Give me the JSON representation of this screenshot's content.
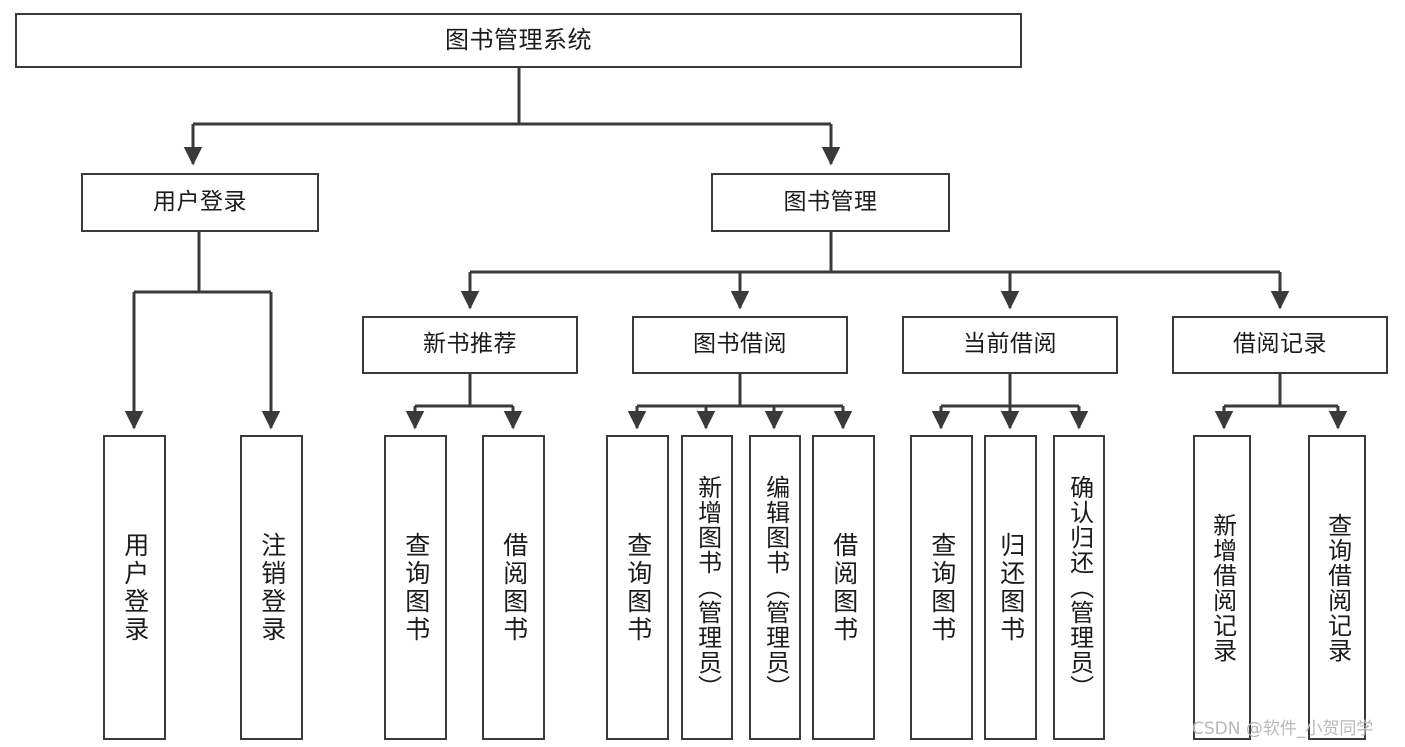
{
  "diagram": {
    "title": "图书管理系统",
    "type": "tree-hierarchy",
    "background_color": "#ffffff",
    "line_color": "#3a3a3a",
    "text_color": "#1b1b1b"
  },
  "root": {
    "label": "图书管理系统"
  },
  "level2": [
    {
      "label": "用户登录"
    },
    {
      "label": "图书管理"
    }
  ],
  "level3": [
    {
      "label": "新书推荐"
    },
    {
      "label": "图书借阅"
    },
    {
      "label": "当前借阅"
    },
    {
      "label": "借阅记录"
    }
  ],
  "leaves": {
    "user_login": [
      {
        "label": "用户登录"
      },
      {
        "label": "注销登录"
      }
    ],
    "new_book_recommend": [
      {
        "label": "查询图书"
      },
      {
        "label": "借阅图书"
      }
    ],
    "book_borrow": [
      {
        "label": "查询图书"
      },
      {
        "label": "新增图书（管理员）"
      },
      {
        "label": "编辑图书（管理员）"
      },
      {
        "label": "借阅图书"
      }
    ],
    "current_borrow": [
      {
        "label": "查询图书"
      },
      {
        "label": "归还图书"
      },
      {
        "label": "确认归还（管理员）"
      }
    ],
    "borrow_record": [
      {
        "label": "新增借阅记录"
      },
      {
        "label": "查询借阅记录"
      }
    ]
  },
  "watermark": {
    "text": "CSDN @软件_小贺同学"
  }
}
